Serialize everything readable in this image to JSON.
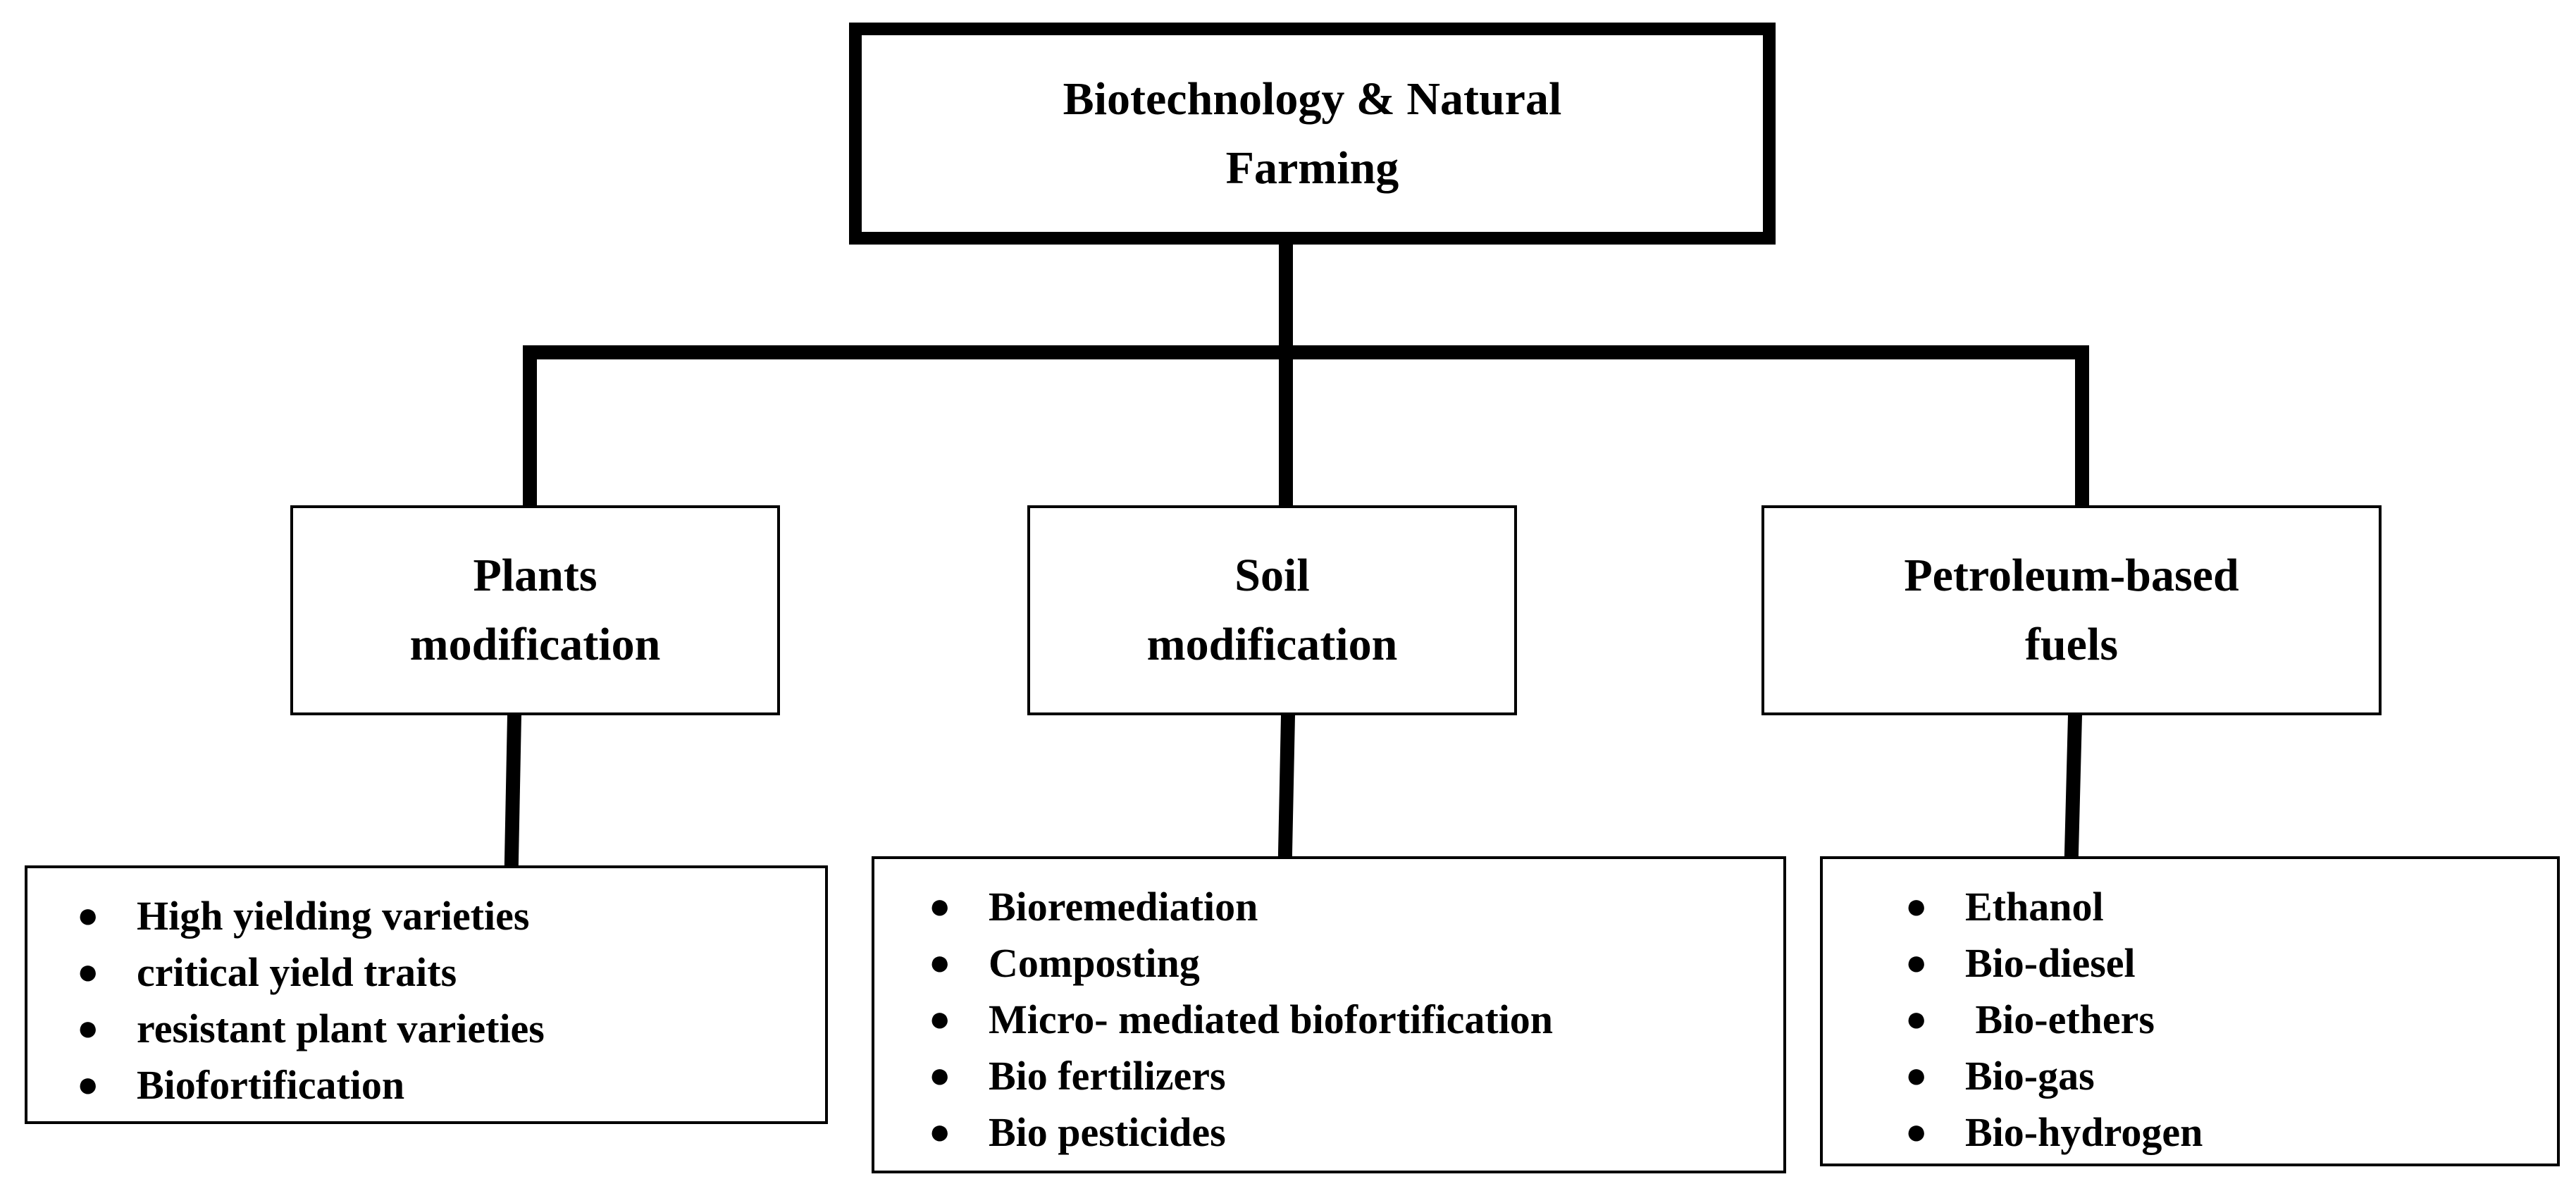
{
  "root": {
    "title": "Biotechnology & Natural\nFarming"
  },
  "categories": [
    {
      "title": "Plants\nmodification",
      "items": [
        "High yielding varieties",
        "critical yield traits",
        "resistant plant varieties",
        "Biofortification"
      ]
    },
    {
      "title": "Soil\nmodification",
      "items": [
        "Bioremediation",
        "Composting",
        "Micro- mediated biofortification",
        "Bio fertilizers",
        "Bio pesticides"
      ]
    },
    {
      "title": "Petroleum-based\nfuels",
      "items": [
        "Ethanol",
        "Bio-diesel",
        " Bio-ethers",
        "Bio-gas",
        "Bio-hydrogen"
      ]
    }
  ],
  "colors": {
    "line": "#000000",
    "background": "#ffffff"
  }
}
